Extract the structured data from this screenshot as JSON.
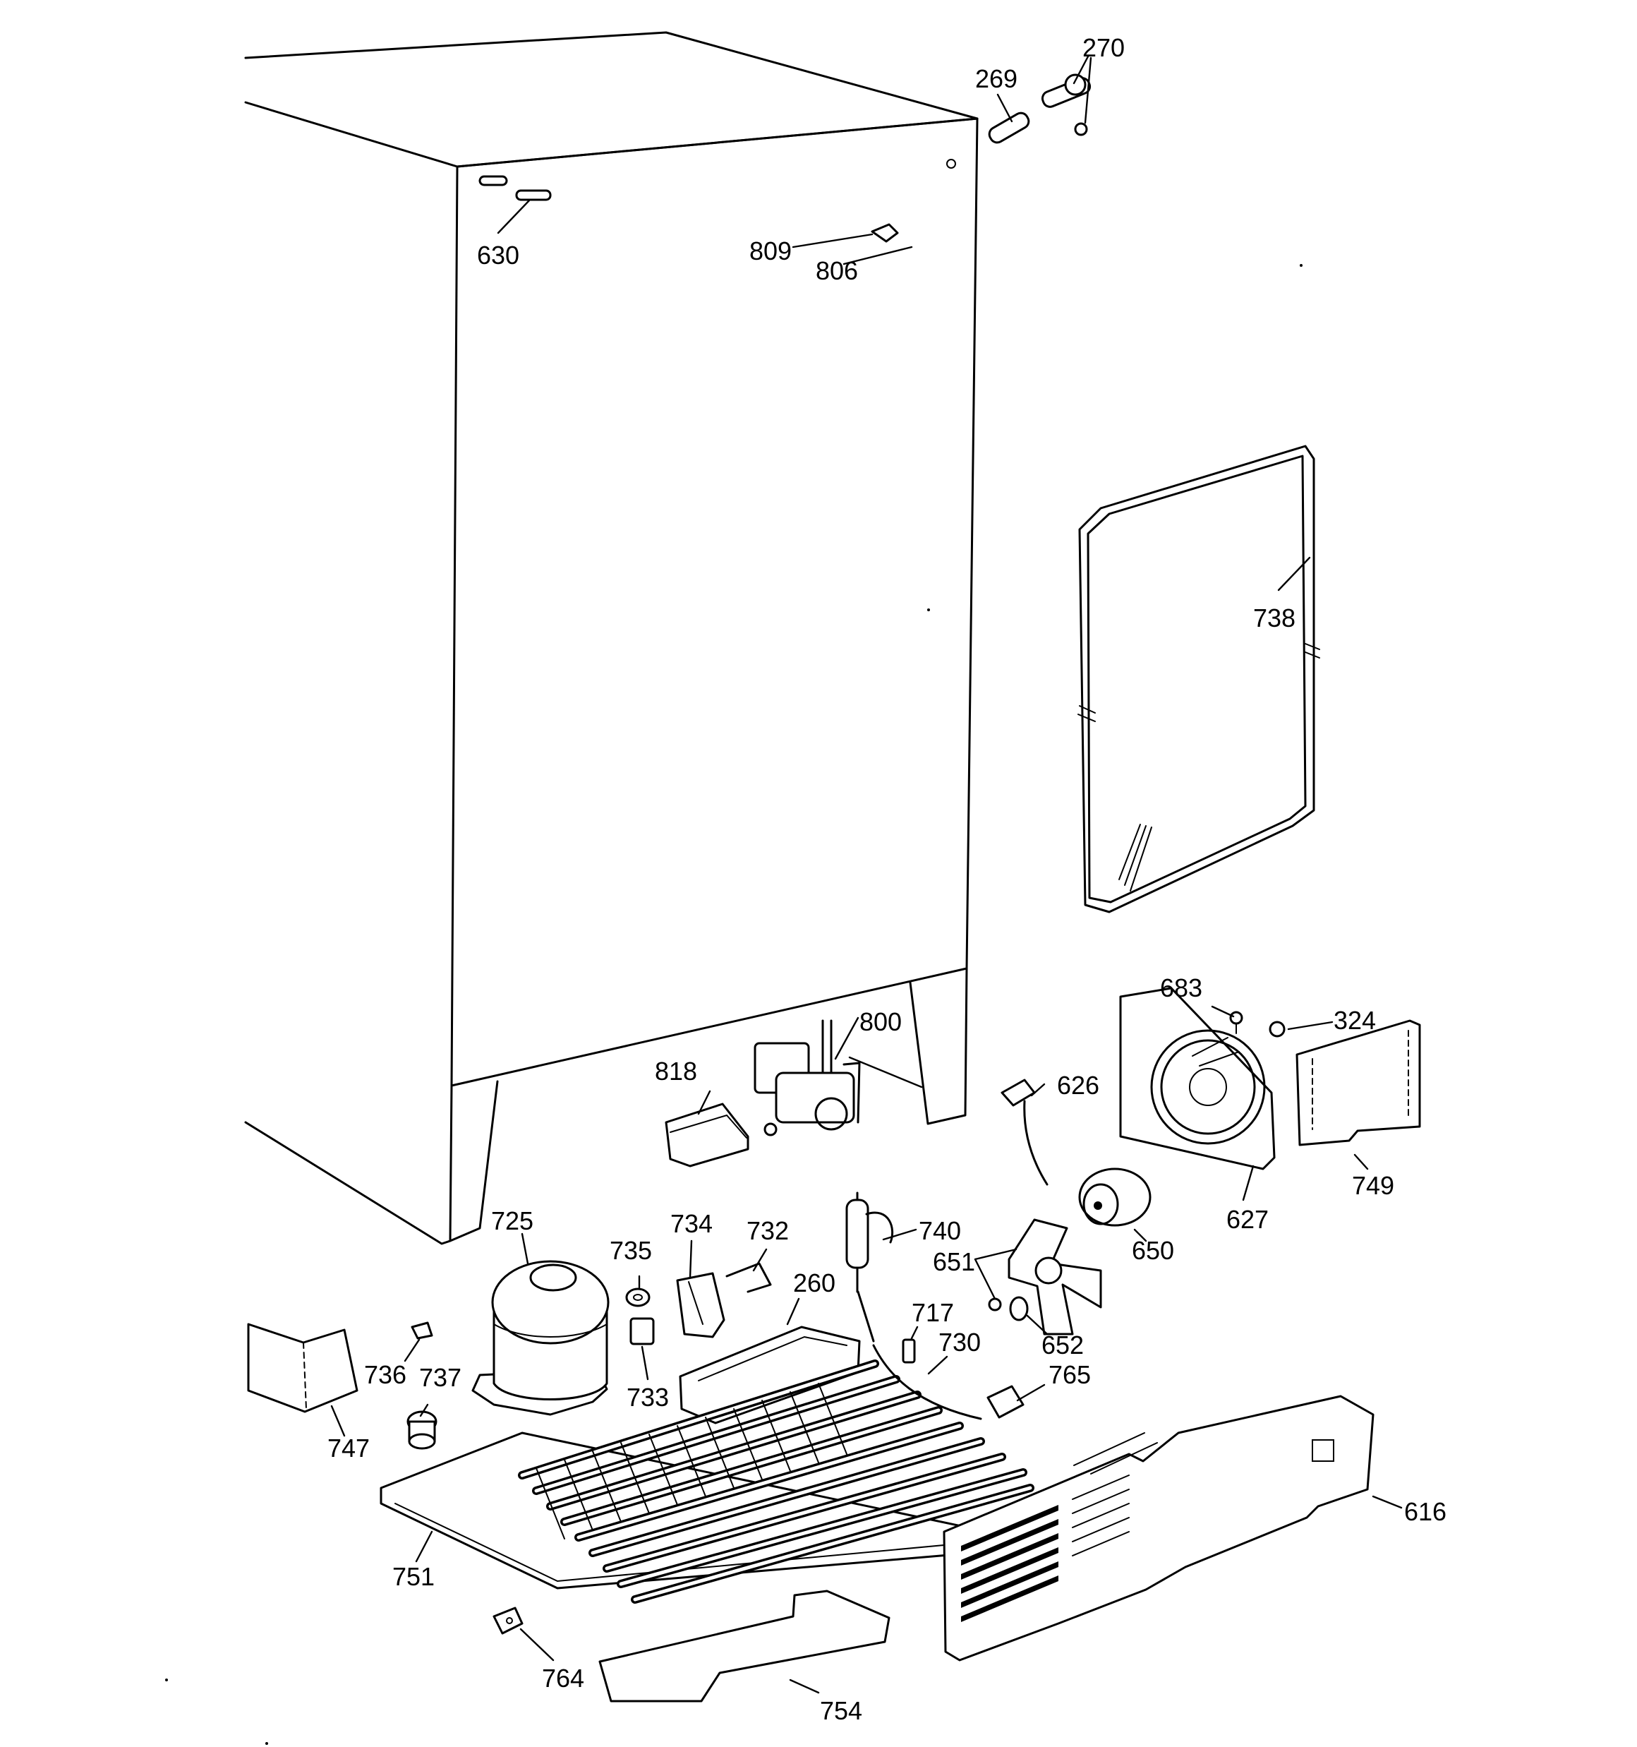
{
  "diagram": {
    "labels": {
      "p269": "269",
      "p270": "270",
      "p630": "630",
      "p809": "809",
      "p806": "806",
      "p738": "738",
      "p683": "683",
      "p324": "324",
      "p800": "800",
      "p818": "818",
      "p626": "626",
      "p749": "749",
      "p627": "627",
      "p650": "650",
      "p725": "725",
      "p735": "735",
      "p734": "734",
      "p732": "732",
      "p740": "740",
      "p651": "651",
      "p260": "260",
      "p717": "717",
      "p652": "652",
      "p736": "736",
      "p737": "737",
      "p733": "733",
      "p730": "730",
      "p765": "765",
      "p747": "747",
      "p616": "616",
      "p751": "751",
      "p764": "764",
      "p754": "754"
    }
  }
}
